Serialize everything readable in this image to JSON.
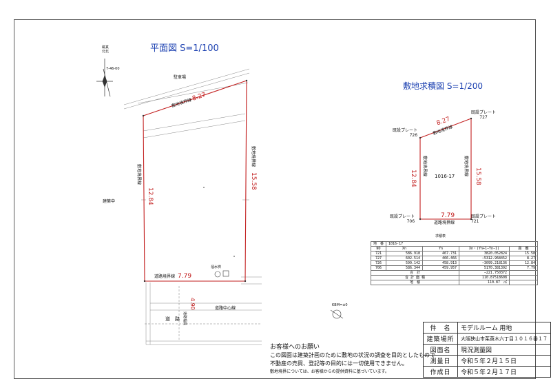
{
  "plan": {
    "title": "平面図  S=1/100",
    "north_label": "磁真\n北北",
    "angle_label": "7-46-00",
    "parking": "駐車場",
    "boundary_top": "敷地境界線",
    "boundary_top_len": "8.27",
    "boundary_left": "敷地境界線",
    "boundary_left_len": "12.84",
    "boundary_right": "敷地境界線",
    "boundary_right_len": "15.58",
    "boundary_bottom": "道路境界線",
    "boundary_bottom_len": "7.79",
    "construction": "建築中",
    "road": "道　路",
    "road_center": "道路中心線",
    "road_width_label": "道路幅員",
    "road_width": "4.90",
    "drain": "溜水桝",
    "kbm": "KBM=±0"
  },
  "area_calc": {
    "title": "敷地求積図  S=1/200",
    "pt_727": "既設プレート\n727",
    "pt_726": "既設プレート\n726",
    "pt_706": "既設プレート\n706",
    "pt_721": "既設プレート\n721",
    "len_top": "8.27",
    "len_left": "12.84",
    "len_right": "15.58",
    "len_bottom": "7.79",
    "lot": "1016-17",
    "b_top": "敷地境界線",
    "b_left": "敷地境界線",
    "b_right": "敷地境界線",
    "b_bottom": "道路境界線"
  },
  "table": {
    "caption": "求積表",
    "h_lot": "地　番",
    "lot_no": "1016-17",
    "h_no": "NO",
    "h_xn": "Xn",
    "h_yn": "Yn",
    "h_calc": "Xn・(Yn+1−Yn−1)",
    "h_dist": "距　離",
    "rows": [
      {
        "no": "721",
        "x": "586.918",
        "y": "467.731",
        "c": "3820.052824",
        "d": "15.58"
      },
      {
        "no": "727",
        "x": "602.514",
        "y": "466.466",
        "c": "−5312.968452",
        "d": "8.27"
      },
      {
        "no": "726",
        "x": "599.142",
        "y": "458.913",
        "c": "−3099.218136",
        "d": "12.84"
      },
      {
        "no": "706",
        "x": "586.344",
        "y": "459.957",
        "c": "5170.381392",
        "d": "7.79"
      }
    ],
    "sum_label": "合　計",
    "sum_value": "−221.750372",
    "double_label": "合 計 面 積",
    "double_value": "110.87518608",
    "area_label": "地　積",
    "area_value": "110.87　㎡"
  },
  "info": {
    "k_name": "件　名",
    "v_name": "モデルルーム 用地",
    "k_place": "建築場所",
    "v_place": "大阪狭山市茱萸木六丁目１０１６番１７",
    "k_drawing": "図面名",
    "v_drawing": "現況測量図",
    "k_survey": "測量日",
    "v_survey": "令和５年２月１５日",
    "k_made": "作成日",
    "v_made": "令和５年２月１７日"
  },
  "notice": {
    "heading": "お客様へのお願い",
    "line1": "この図面は建築計画のために敷地の状況の調査を目的としたもので",
    "line2": "不動産の売買、登記等の目的には一切使用できません。",
    "line3": "敷地境界については、お客様からの提供資料に基づいています。"
  }
}
